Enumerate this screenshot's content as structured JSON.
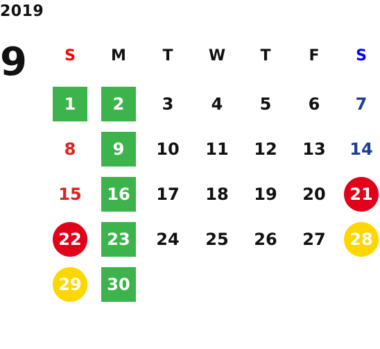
{
  "calendar": {
    "year": "2019",
    "month": "9",
    "weekdays": [
      {
        "label": "S",
        "color": "#ff0000"
      },
      {
        "label": "M",
        "color": "#111111"
      },
      {
        "label": "T",
        "color": "#111111"
      },
      {
        "label": "W",
        "color": "#111111"
      },
      {
        "label": "T",
        "color": "#111111"
      },
      {
        "label": "F",
        "color": "#111111"
      },
      {
        "label": "S",
        "color": "#0000ff"
      }
    ],
    "days": [
      {
        "label": "1",
        "style": "green"
      },
      {
        "label": "2",
        "style": "green"
      },
      {
        "label": "3",
        "style": "plain"
      },
      {
        "label": "4",
        "style": "plain"
      },
      {
        "label": "5",
        "style": "plain"
      },
      {
        "label": "6",
        "style": "plain"
      },
      {
        "label": "7",
        "style": "blue-text"
      },
      {
        "label": "8",
        "style": "red-text"
      },
      {
        "label": "9",
        "style": "green"
      },
      {
        "label": "10",
        "style": "plain"
      },
      {
        "label": "11",
        "style": "plain"
      },
      {
        "label": "12",
        "style": "plain"
      },
      {
        "label": "13",
        "style": "plain"
      },
      {
        "label": "14",
        "style": "blue-text"
      },
      {
        "label": "15",
        "style": "red-text"
      },
      {
        "label": "16",
        "style": "green"
      },
      {
        "label": "17",
        "style": "plain"
      },
      {
        "label": "18",
        "style": "plain"
      },
      {
        "label": "19",
        "style": "plain"
      },
      {
        "label": "20",
        "style": "plain"
      },
      {
        "label": "21",
        "style": "red-circle"
      },
      {
        "label": "22",
        "style": "red-circle"
      },
      {
        "label": "23",
        "style": "green"
      },
      {
        "label": "24",
        "style": "plain"
      },
      {
        "label": "25",
        "style": "plain"
      },
      {
        "label": "26",
        "style": "plain"
      },
      {
        "label": "27",
        "style": "plain"
      },
      {
        "label": "28",
        "style": "yellow-circle"
      },
      {
        "label": "29",
        "style": "yellow-circle"
      },
      {
        "label": "30",
        "style": "green"
      }
    ]
  }
}
